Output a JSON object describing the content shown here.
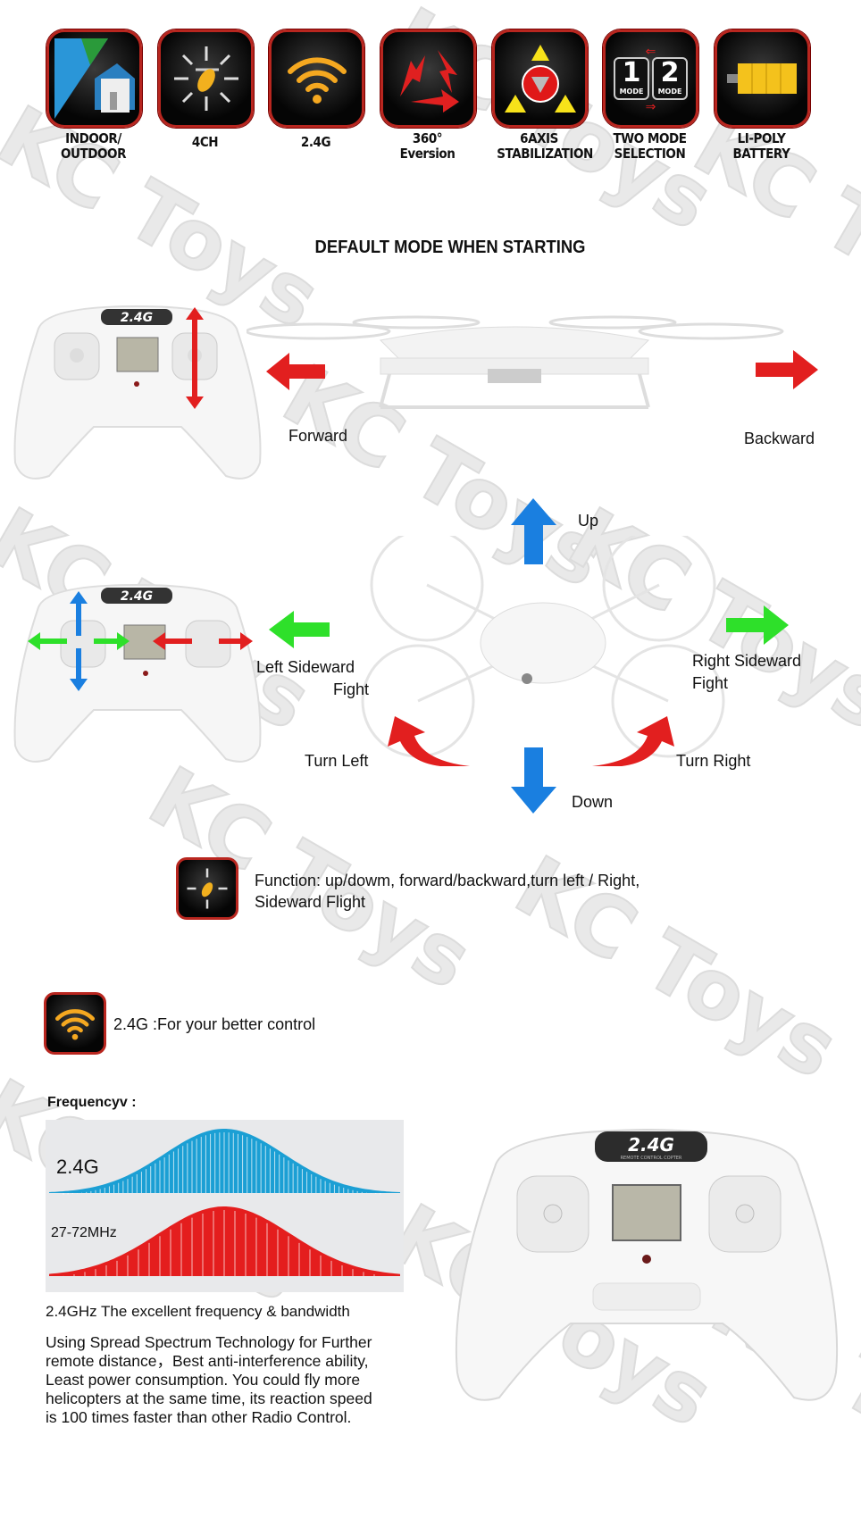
{
  "watermark": "KC Toys",
  "features": [
    {
      "label_1": "INDOOR/",
      "label_2": "OUTDOOR",
      "icon": "indoor-outdoor-icon"
    },
    {
      "label_1": "4CH",
      "label_2": "",
      "icon": "helicopter-4ch-icon"
    },
    {
      "label_1": "2.4G",
      "label_2": "",
      "icon": "wifi-signal-icon"
    },
    {
      "label_1": "360°",
      "label_2": "Eversion",
      "icon": "rotate-arrows-icon"
    },
    {
      "label_1": "6AXIS",
      "label_2": "STABILIZATION",
      "icon": "triangles-icon"
    },
    {
      "label_1": "TWO MODE",
      "label_2": "SELECTION",
      "icon": "mode-1-2-icon",
      "mode1": "1",
      "mode2": "2",
      "mode_word": "MODE"
    },
    {
      "label_1": "LI-POLY",
      "label_2": "BATTERY",
      "icon": "battery-icon"
    }
  ],
  "section_title": "DEFAULT MODE WHEN STARTING",
  "controller_badge": "2.4G",
  "directions": {
    "forward": "Forward",
    "backward": "Backward",
    "up": "Up",
    "down": "Down",
    "left_sideward_1": "Left Sideward",
    "left_sideward_2": "Fight",
    "right_sideward_1": "Right Sideward",
    "right_sideward_2": "Fight",
    "turn_left": "Turn Left",
    "turn_right": "Turn Right"
  },
  "function_text_1": "Function: up/dowm, forward/backward,turn left / Right,",
  "function_text_2": "Sideward Flight",
  "control_text": "2.4G :For your better control",
  "frequency": {
    "title": "Frequencyv :",
    "band_high": "2.4G",
    "band_low": "27-72MHz",
    "colors": {
      "high": "#1b9fd4",
      "low": "#e41e1e"
    }
  },
  "bandwidth_title": "2.4GHz  The excellent frequency & bandwidth",
  "description": [
    "Using Spread Spectrum Technology for Further",
    "remote distance，Best anti-interference ability,",
    "Least power consumption. You could fly more",
    "helicopters at the same time, its reaction speed",
    "is 100 times faster than other Radio Control."
  ],
  "big_controller_subtitle": "REMOTE CONTROL COPTER"
}
